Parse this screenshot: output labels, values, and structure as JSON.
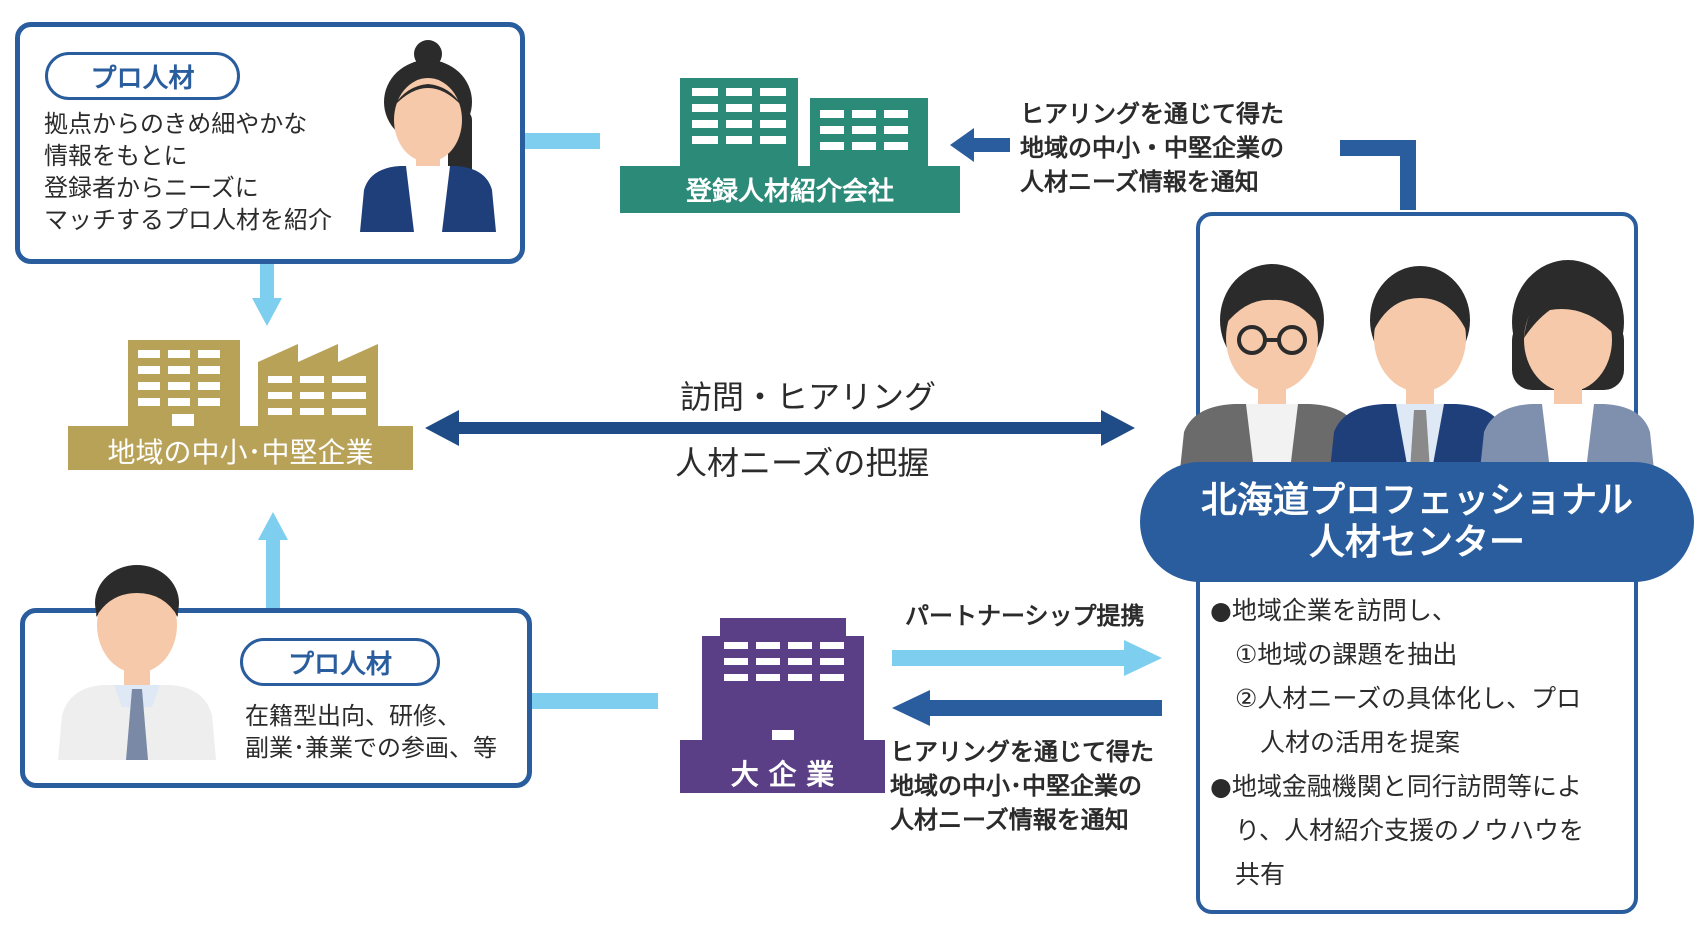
{
  "colors": {
    "navy": "#2a5d9e",
    "dark_navy": "#1f4c86",
    "light_blue": "#7ecef0",
    "teal": "#2b8a78",
    "olive": "#b8a258",
    "purple": "#5a3e86"
  },
  "top_left_card": {
    "pill": "プロ人材",
    "lines": [
      "拠点からのきめ細やかな",
      "情報をもとに",
      "登録者からニーズに",
      "マッチするプロ人材を紹介"
    ]
  },
  "staffing_company": {
    "label": "登録人材紹介会社"
  },
  "top_notice": {
    "lines": [
      "ヒアリングを通じて得た",
      "地域の中小・中堅企業の",
      "人材ニーズ情報を通知"
    ]
  },
  "sme": {
    "label": "地域の中小･中堅企業"
  },
  "center_arrow": {
    "top_label": "訪問・ヒアリング",
    "bottom_label": "人材ニーズの把握"
  },
  "center_org": {
    "title_line1": "北海道プロフェッショナル",
    "title_line2": "人材センター",
    "bullets": [
      "●地域企業を訪問し、",
      "　①地域の課題を抽出",
      "　②人材ニーズの具体化し、プロ",
      "　　人材の活用を提案",
      "●地域金融機関と同行訪問等によ",
      "　り、人材紹介支援のノウハウを",
      "　共有"
    ]
  },
  "bottom_left_card": {
    "pill": "プロ人材",
    "lines": [
      "在籍型出向、研修、",
      "副業･兼業での参画、等"
    ]
  },
  "large_company": {
    "label": "大 企 業"
  },
  "partnership": {
    "label": "パートナーシップ提携"
  },
  "bottom_notice": {
    "lines": [
      "ヒアリングを通じて得た",
      "地域の中小･中堅企業の",
      "人材ニーズ情報を通知"
    ]
  }
}
